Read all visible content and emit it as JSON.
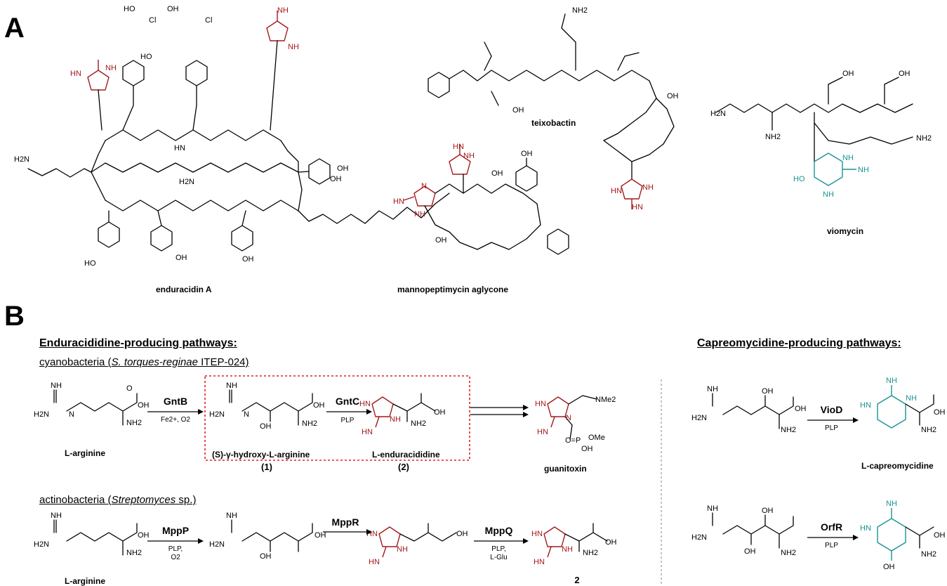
{
  "panels": {
    "a": "A",
    "b": "B"
  },
  "compounds_a": {
    "enduracidin": "enduracidin A",
    "teixobactin": "teixobactin",
    "mannopeptimycin": "mannopeptimycin aglycone",
    "viomycin": "viomycin"
  },
  "section_b": {
    "endur_heading": "Enduracididine-producing pathways:",
    "capreo_heading": "Capreomycidine-producing pathways:",
    "cyano_prefix": "cyanobacteria (",
    "cyano_species": "S. torques-reginae",
    "cyano_suffix": " ITEP-024)",
    "actino_prefix": "actinobacteria (",
    "actino_species": "Streptomyces",
    "actino_suffix": " sp.)",
    "larginine_1": "L-arginine",
    "larginine_2": "L-arginine",
    "hydroxy_arg": "(S)-γ-hydroxy-L-arginine",
    "hydroxy_num": "(1)",
    "enduracididine": "L-enduracididine",
    "enduracididine_num": "(2)",
    "guanitoxin": "guanitoxin",
    "product_2": "2",
    "capreomycidine": "L-capreomycidine"
  },
  "enzymes": {
    "gntb": "GntB",
    "gntb_cond": "Fe2+, O2",
    "gntc": "GntC",
    "gntc_cond": "PLP",
    "mppp": "MppP",
    "mppp_cond1": "PLP,",
    "mppp_cond2": "O2",
    "mppr": "MppR",
    "mppq": "MppQ",
    "mppq_cond1": "PLP,",
    "mppq_cond2": "L-Glu",
    "viod": "VioD",
    "viod_cond": "PLP",
    "orfr": "OrfR",
    "orfr_cond": "PLP"
  },
  "colors": {
    "enduracididine_ring": "#a3191b",
    "capreomycidine_ring": "#1a9394",
    "highlight_box": "#e02020"
  }
}
